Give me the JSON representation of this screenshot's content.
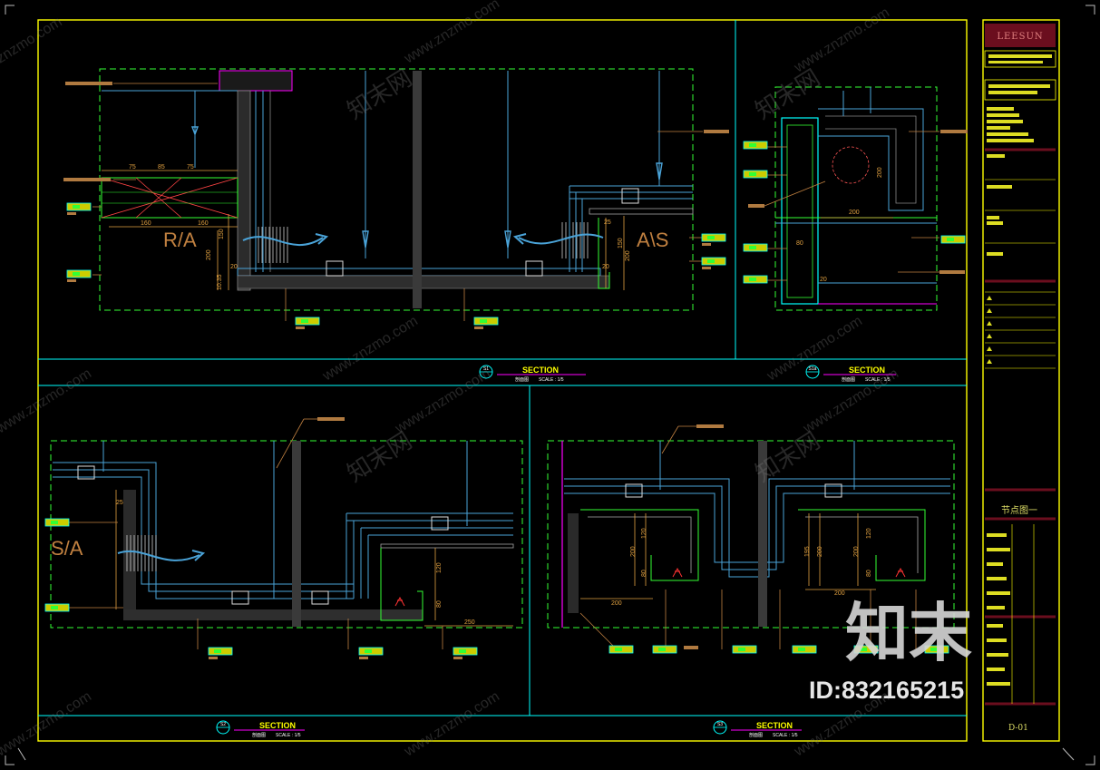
{
  "title_block": {
    "company_logo": "LEESUN",
    "sheet_title": "节点图一",
    "sheet_number": "D-01"
  },
  "sections": [
    {
      "label": "SECTION",
      "sub": "剖面图",
      "scale": "SCALE : 1/5",
      "tag": "S1"
    },
    {
      "label": "SECTION",
      "sub": "剖面图",
      "scale": "SCALE : 1/5",
      "tag": "S1a"
    },
    {
      "label": "SECTION",
      "sub": "剖面图",
      "scale": "SCALE : 1/5",
      "tag": "S2"
    },
    {
      "label": "SECTION",
      "sub": "剖面图",
      "scale": "SCALE : 1/5",
      "tag": "S3"
    }
  ],
  "airflow_labels": {
    "return_air": "R/A",
    "supply_air_mirrored": "A\\S",
    "supply_air": "S/A"
  },
  "dimensions": {
    "d75a": "75",
    "d85": "85",
    "d75b": "75",
    "d160a": "160",
    "d160b": "160",
    "d200": "200",
    "d150": "150",
    "d20a": "20",
    "d1035": "10.35",
    "d25": "25",
    "d20b": "20",
    "d200b": "200",
    "d150b": "150",
    "d80": "80",
    "d200c": "200",
    "d200d": "200",
    "d20c": "20",
    "d120": "120",
    "d250": "250",
    "d195": "195"
  },
  "watermarks": {
    "url": "www.znzmo.com",
    "short": "znzmo.com",
    "brand_cn": "知末网",
    "logo_cn": "知末",
    "id_text": "ID:832165215"
  },
  "colors": {
    "frame": "#ffff00",
    "panel": "#00ffff",
    "hatch_green": "#33ff33",
    "dim_orange": "#e0a040",
    "magenta": "#ff00ff",
    "red": "#ff3333",
    "leader": "#c08040",
    "blue_structure": "#4aa3d8"
  }
}
